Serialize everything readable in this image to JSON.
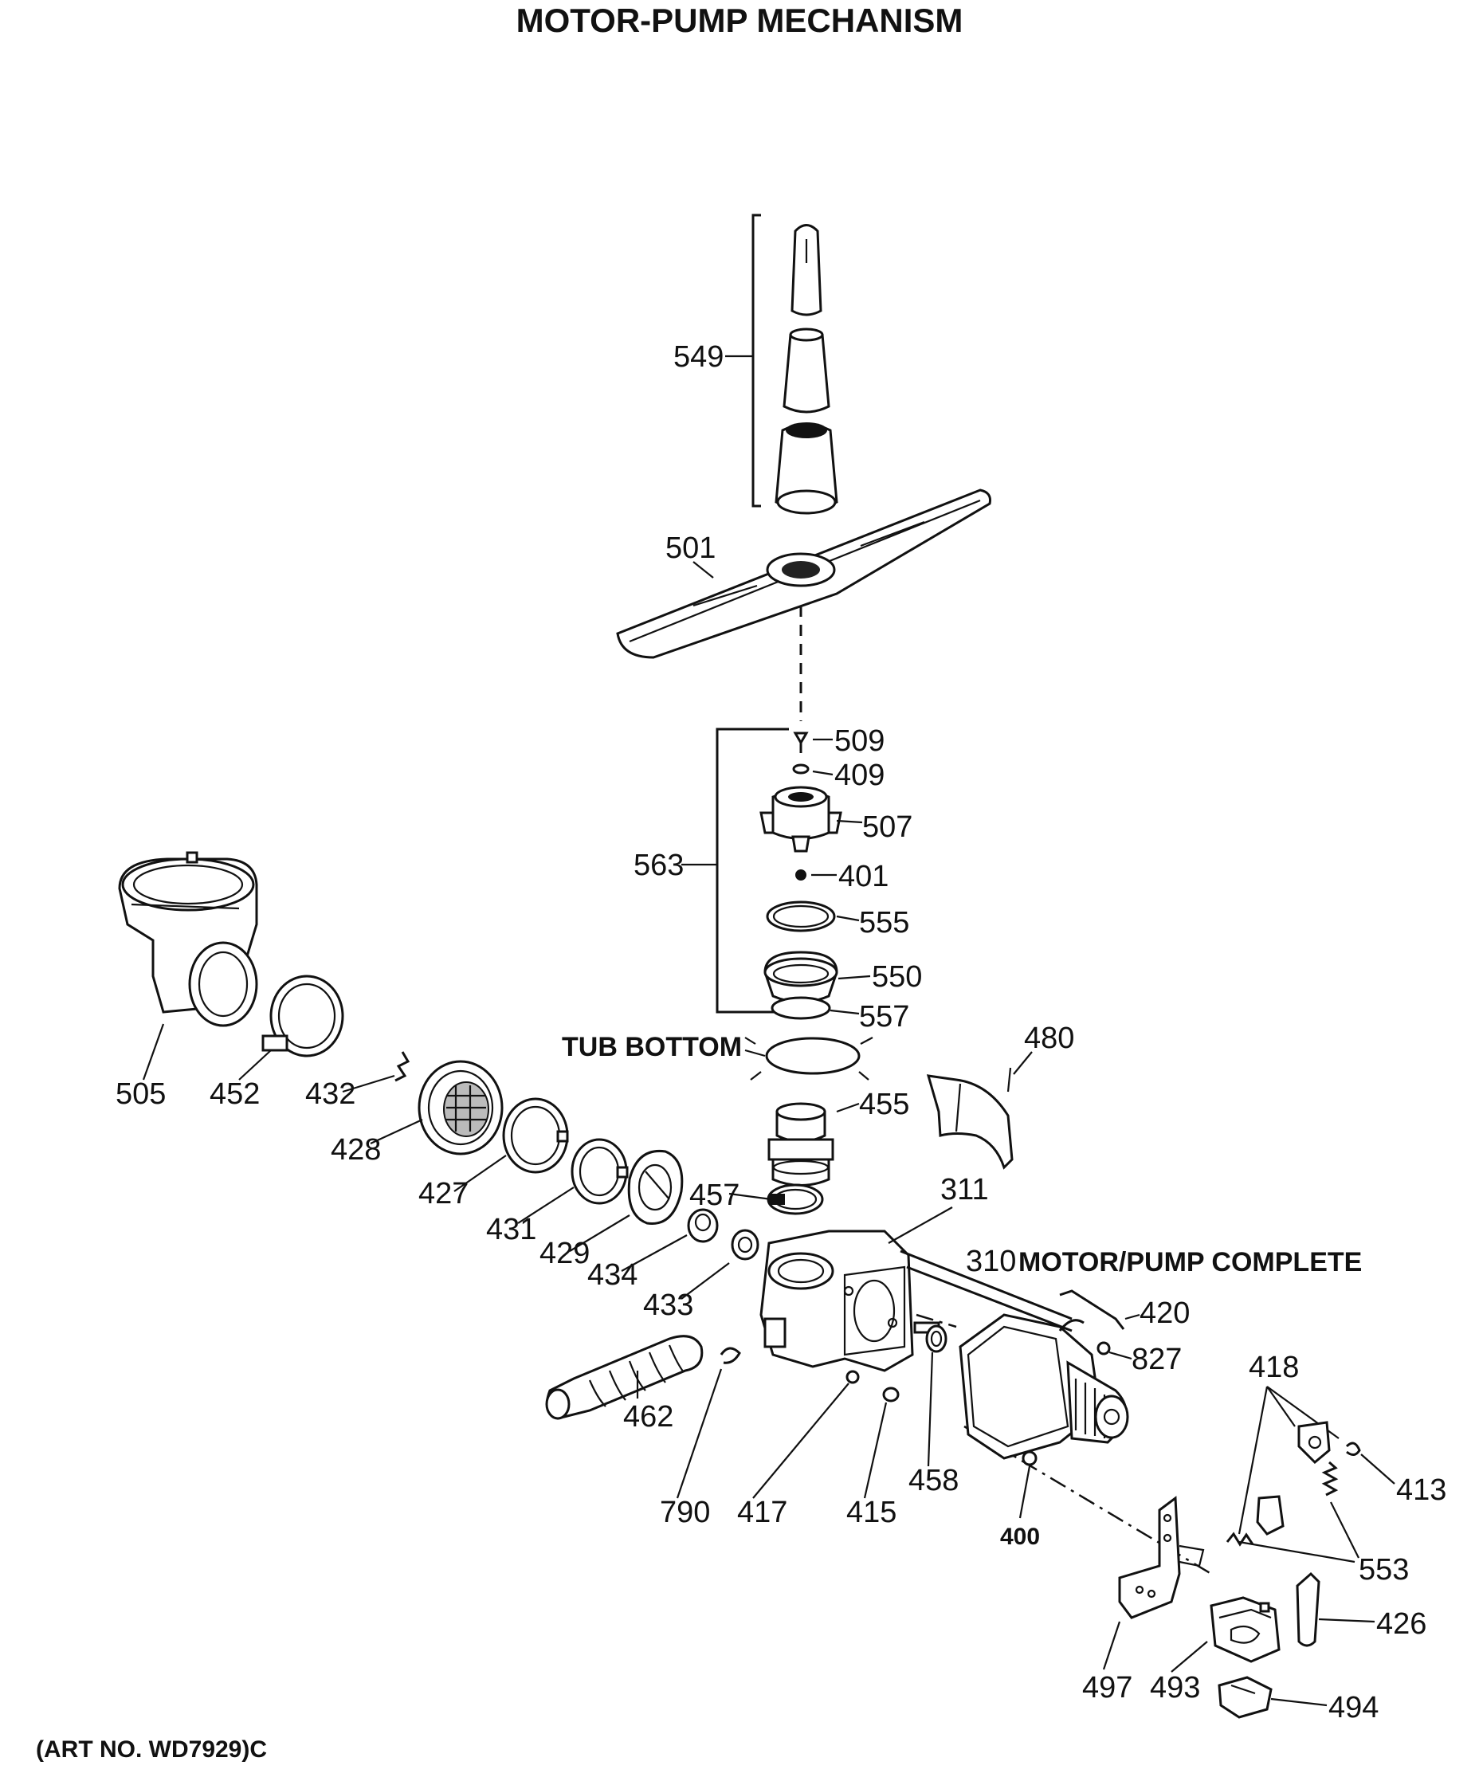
{
  "title": "MOTOR-PUMP MECHANISM",
  "tub_bottom_label": "TUB BOTTOM",
  "motor_pump_label": "MOTOR/PUMP COMPLETE",
  "art_number": "(ART NO. WD7929)C",
  "parts": {
    "p549": "549",
    "p501": "501",
    "p509": "509",
    "p409": "409",
    "p507": "507",
    "p563": "563",
    "p401": "401",
    "p555": "555",
    "p550": "550",
    "p557": "557",
    "p480": "480",
    "p505": "505",
    "p452": "452",
    "p432": "432",
    "p455": "455",
    "p428": "428",
    "p427": "427",
    "p457": "457",
    "p311": "311",
    "p431": "431",
    "p429": "429",
    "p310": "310",
    "p434": "434",
    "p433": "433",
    "p420": "420",
    "p827": "827",
    "p418": "418",
    "p462": "462",
    "p458": "458",
    "p413": "413",
    "p790": "790",
    "p417": "417",
    "p415": "415",
    "p400": "400",
    "p553": "553",
    "p426": "426",
    "p497": "497",
    "p493": "493",
    "p494": "494"
  }
}
